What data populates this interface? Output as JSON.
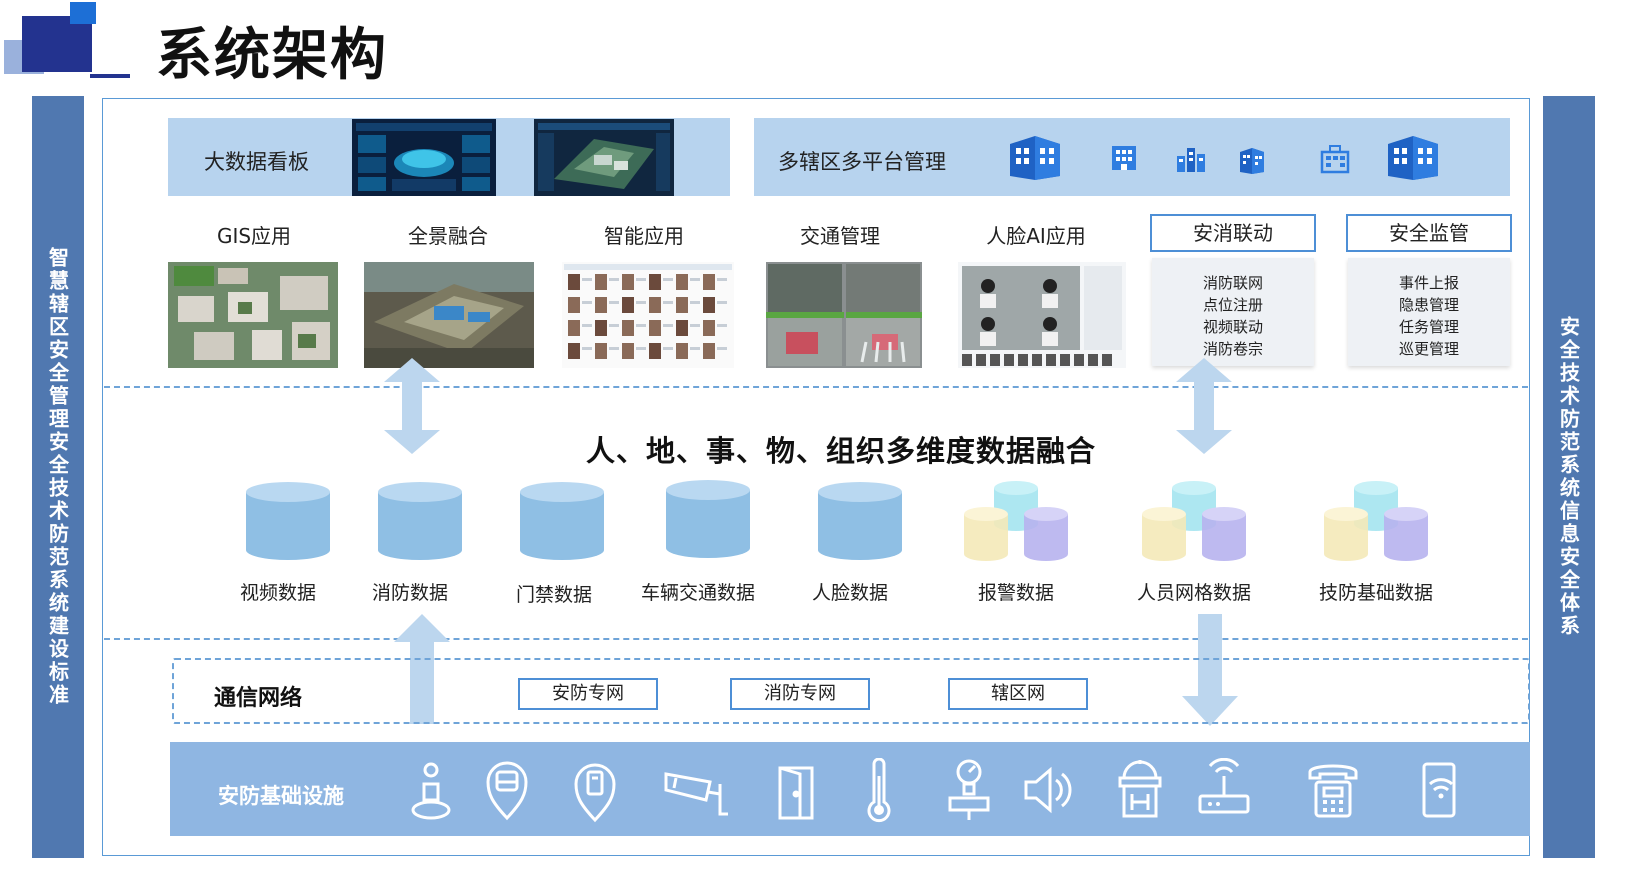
{
  "title": "系统架构",
  "left_bar": "智慧辖区安全管理安全技术防范系统建设标准",
  "right_bar": "安全技术防范系统信息安全体系",
  "top_banners": {
    "left": "大数据看板",
    "right": "多辖区多平台管理"
  },
  "apps": [
    {
      "label": "GIS应用"
    },
    {
      "label": "全景融合"
    },
    {
      "label": "智能应用"
    },
    {
      "label": "交通管理"
    },
    {
      "label": "人脸AI应用"
    }
  ],
  "fire_link": {
    "label": "安消联动",
    "items": [
      "消防联网",
      "点位注册",
      "视频联动",
      "消防卷宗"
    ]
  },
  "security_supervision": {
    "label": "安全监管",
    "items": [
      "事件上报",
      "隐患管理",
      "任务管理",
      "巡更管理"
    ]
  },
  "fusion_title": "人、地、事、物、组织多维度数据融合",
  "databases": [
    "视频数据",
    "消防数据",
    "门禁数据",
    "车辆交通数据",
    "人脸数据",
    "报警数据",
    "人员网格数据",
    "技防基础数据"
  ],
  "network": {
    "title": "通信网络",
    "items": [
      "安防专网",
      "消防专网",
      "辖区网"
    ]
  },
  "infrastructure": {
    "title": "安防基础设施",
    "icons": [
      "intercom-icon",
      "bus-location-icon",
      "card-reader-location-icon",
      "cctv-camera-icon",
      "door-icon",
      "thermometer-icon",
      "pressure-gauge-icon",
      "speaker-icon",
      "fire-hydrant-icon",
      "router-icon",
      "telephone-icon",
      "mobile-wifi-icon"
    ]
  },
  "colors": {
    "accent_blue": "#1d6fd6",
    "banner_blue": "#b7d3ee",
    "side_bar": "#5078b0",
    "infra_bar": "#8fb6e2",
    "cylinder_blue": "#8fbfe4"
  }
}
